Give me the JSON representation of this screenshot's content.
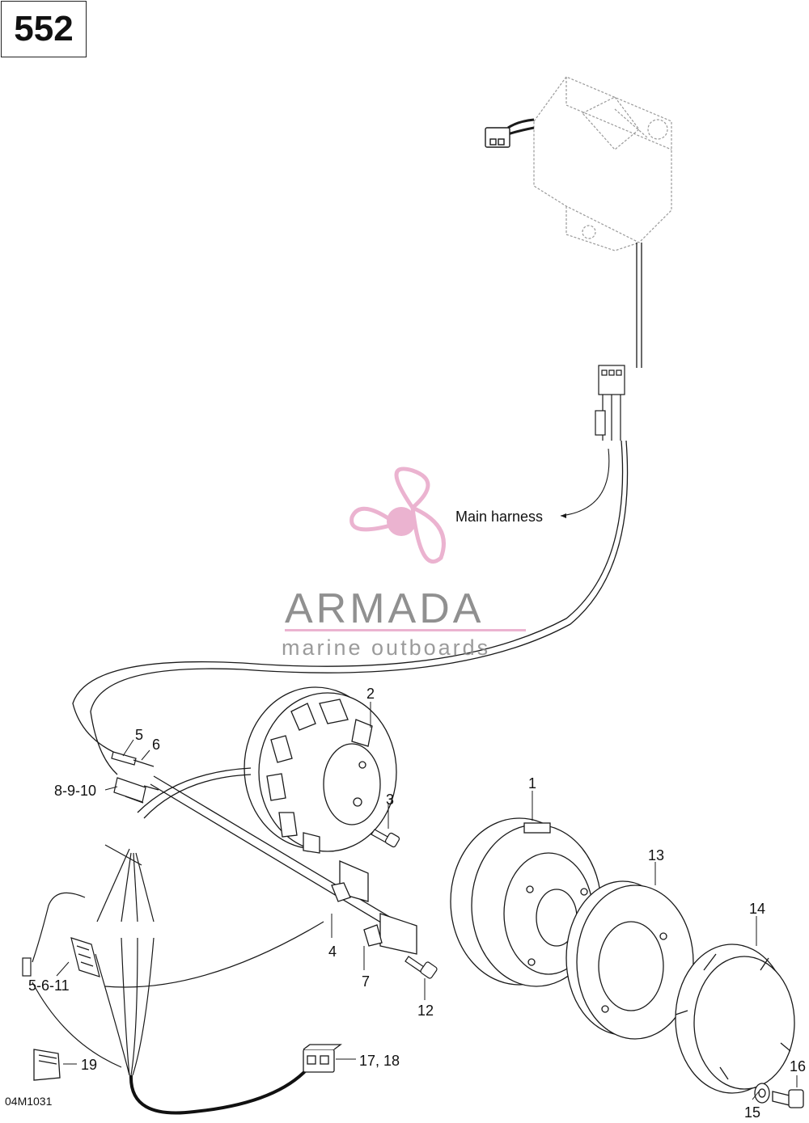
{
  "page_number": "552",
  "reference_code": "04M1031",
  "watermark": {
    "brand": "ARMADA",
    "tagline": "marine outboards"
  },
  "callouts": {
    "main_harness": "Main harness",
    "p1": "1",
    "p2": "2",
    "p3": "3",
    "p4": "4",
    "p5": "5",
    "p6": "6",
    "p7": "7",
    "p8_9_10": "8-9-10",
    "p5_6_11": "5-6-11",
    "p12": "12",
    "p13": "13",
    "p14": "14",
    "p15": "15",
    "p16": "16",
    "p17_18": "17, 18",
    "p19": "19"
  },
  "colors": {
    "line": "#1a1a1a",
    "phantom": "#9a9a9a",
    "watermark_pink": "#e8a6c8",
    "watermark_gray": "#7d7d7d"
  }
}
